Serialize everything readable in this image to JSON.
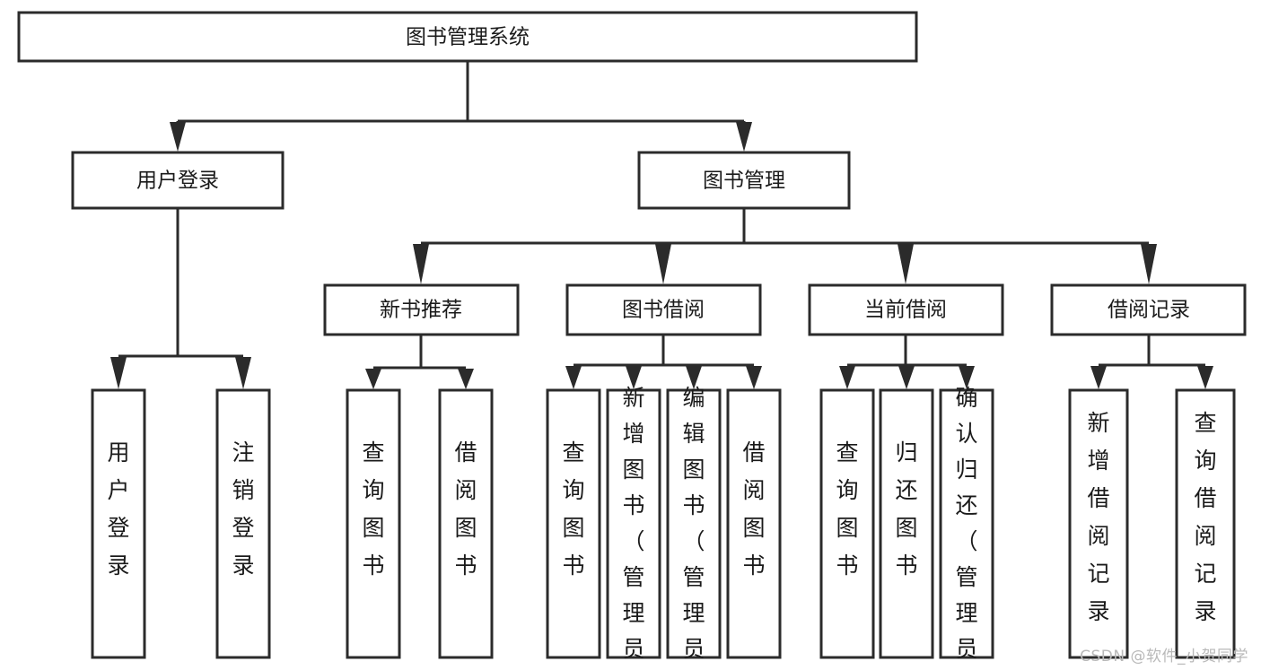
{
  "diagram": {
    "title": "图书管理系统",
    "type": "tree",
    "watermark": "CSDN @软件_小贺同学",
    "colors": {
      "box_stroke": "#2b2b2b",
      "box_fill": "#ffffff",
      "text": "#1a1a1a",
      "background": "#ffffff",
      "watermark": "#b9b9b9"
    },
    "root": {
      "label": "图书管理系统",
      "orientation": "horizontal"
    },
    "level2": [
      {
        "label": "用户登录",
        "orientation": "horizontal"
      },
      {
        "label": "图书管理",
        "orientation": "horizontal"
      }
    ],
    "level3": [
      {
        "label": "新书推荐",
        "orientation": "horizontal",
        "parent": "图书管理"
      },
      {
        "label": "图书借阅",
        "orientation": "horizontal",
        "parent": "图书管理"
      },
      {
        "label": "当前借阅",
        "orientation": "horizontal",
        "parent": "图书管理"
      },
      {
        "label": "借阅记录",
        "orientation": "horizontal",
        "parent": "图书管理"
      }
    ],
    "leaves": {
      "用户登录": [
        {
          "label": "用户登录",
          "orientation": "vertical"
        },
        {
          "label": "注销登录",
          "orientation": "vertical"
        }
      ],
      "新书推荐": [
        {
          "label": "查询图书",
          "orientation": "vertical"
        },
        {
          "label": "借阅图书",
          "orientation": "vertical"
        }
      ],
      "图书借阅": [
        {
          "label": "查询图书",
          "orientation": "vertical"
        },
        {
          "label": "新增图书（管理员）",
          "orientation": "vertical"
        },
        {
          "label": "编辑图书（管理员）",
          "orientation": "vertical"
        },
        {
          "label": "借阅图书",
          "orientation": "vertical"
        }
      ],
      "当前借阅": [
        {
          "label": "查询图书",
          "orientation": "vertical"
        },
        {
          "label": "归还图书",
          "orientation": "vertical"
        },
        {
          "label": "确认归还（管理员）",
          "orientation": "vertical"
        }
      ],
      "借阅记录": [
        {
          "label": "新增借阅记录",
          "orientation": "vertical"
        },
        {
          "label": "查询借阅记录",
          "orientation": "vertical"
        }
      ]
    }
  }
}
